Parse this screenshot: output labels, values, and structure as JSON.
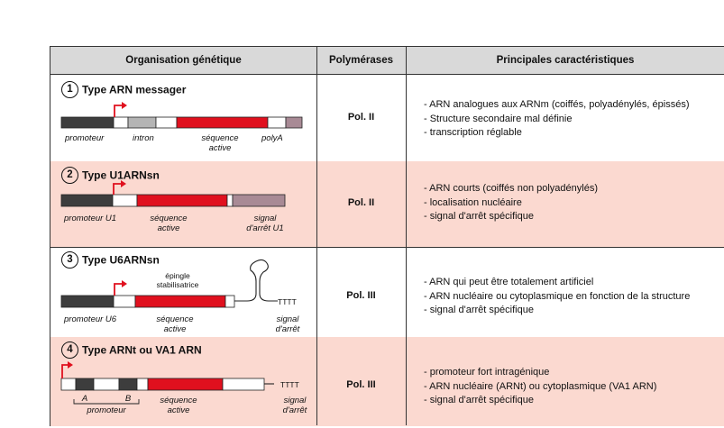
{
  "header": {
    "col1": "Organisation génétique",
    "col2": "Polymérases",
    "col3": "Principales caractéristiques"
  },
  "rows": [
    {
      "number": "1",
      "title": "Type ARN messager",
      "polymerase": "Pol. II",
      "features": [
        "- ARN analogues aux ARNm (coiffés, polyadénylés, épissés)",
        "- Structure secondaire mal définie",
        "- transcription réglable"
      ],
      "labels": {
        "promoter": "promoteur",
        "intron": "intron",
        "active1": "séquence",
        "active2": "active",
        "polya": "polyA"
      }
    },
    {
      "number": "2",
      "title": "Type U1ARNsn",
      "polymerase": "Pol. II",
      "features": [
        "- ARN courts (coiffés non polyadénylés)",
        "- localisation nucléaire",
        "- signal d'arrêt spécifique"
      ],
      "labels": {
        "promoter": "promoteur U1",
        "active1": "séquence",
        "active2": "active",
        "stop1": "signal",
        "stop2": "d'arrêt U1"
      }
    },
    {
      "number": "3",
      "title": "Type U6ARNsn",
      "polymerase": "Pol. III",
      "features": [
        "- ARN qui peut être totalement artificiel",
        "- ARN nucléaire ou cytoplasmique en fonction de la structure",
        "- signal d'arrêt spécifique"
      ],
      "labels": {
        "hairpin1": "épingle",
        "hairpin2": "stabilisatrice",
        "promoter": "promoteur U6",
        "active1": "séquence",
        "active2": "active",
        "tttt": "TTTT",
        "stop1": "signal",
        "stop2": "d'arrêt"
      }
    },
    {
      "number": "4",
      "title": "Type ARNt ou VA1 ARN",
      "polymerase": "Pol. III",
      "features": [
        "- promoteur fort intragénique",
        "- ARN nucléaire (ARNt) ou cytoplasmique (VA1 ARN)",
        "- signal d'arrêt spécifique"
      ],
      "labels": {
        "boxA": "A",
        "boxB": "B",
        "promoter": "promoteur",
        "active1": "séquence",
        "active2": "active",
        "tttt": "TTTT",
        "stop1": "signal",
        "stop2": "d'arrêt"
      }
    }
  ],
  "colors": {
    "header_bg": "#d9d9d9",
    "pink_row": "#fbd9d0",
    "promoter": "#3d3d3d",
    "active": "#e0101e",
    "intron": "#b4b4b4",
    "polya": "#a88a95",
    "arrow": "#e0101e"
  }
}
